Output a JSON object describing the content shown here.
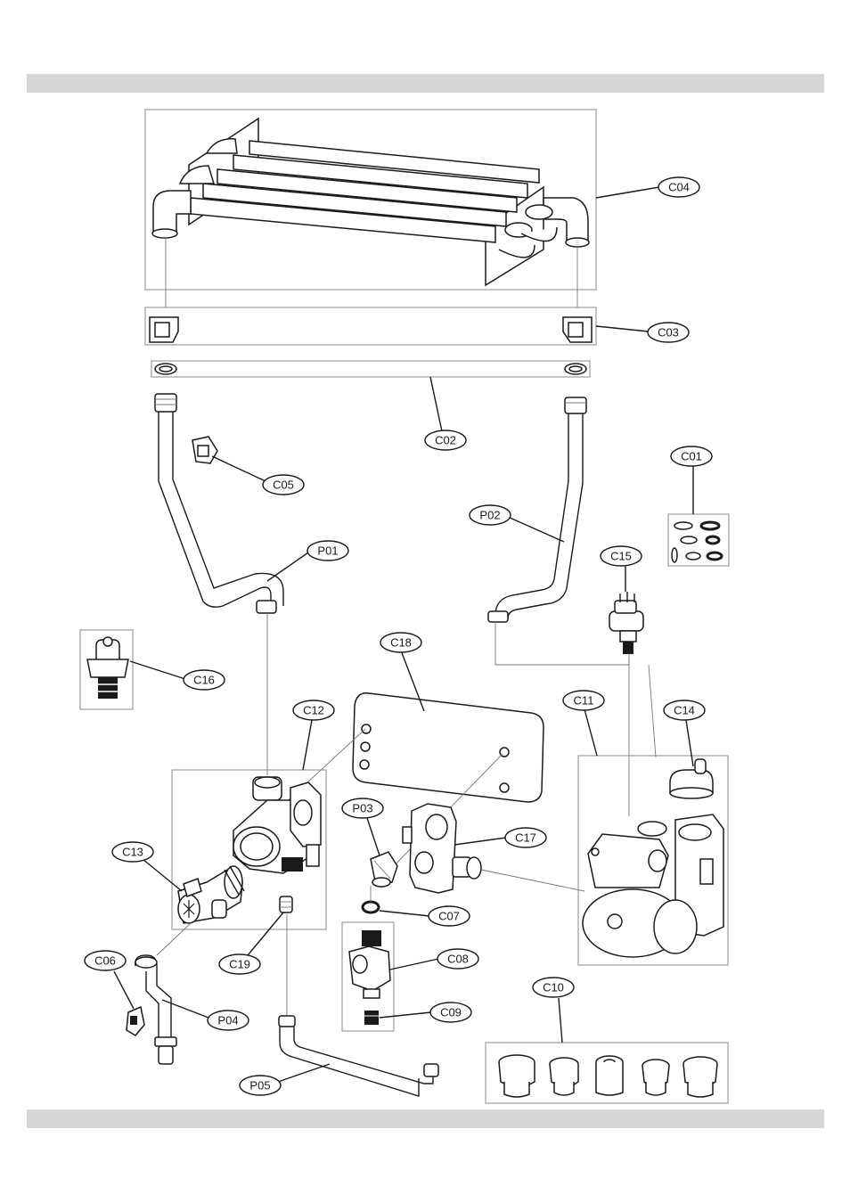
{
  "labels": {
    "c01": "C01",
    "c02": "C02",
    "c03": "C03",
    "c04": "C04",
    "c05": "C05",
    "c06": "C06",
    "c07": "C07",
    "c08": "C08",
    "c09": "C09",
    "c10": "C10",
    "c11": "C11",
    "c12": "C12",
    "c13": "C13",
    "c14": "C14",
    "c15": "C15",
    "c16": "C16",
    "c17": "C17",
    "c18": "C18",
    "c19": "C19",
    "p01": "P01",
    "p02": "P02",
    "p03": "P03",
    "p04": "P04",
    "p05": "P05"
  },
  "colors": {
    "band": "#d6d6d6",
    "line": "#1a1a1a",
    "frame": "#8a8a8a"
  }
}
